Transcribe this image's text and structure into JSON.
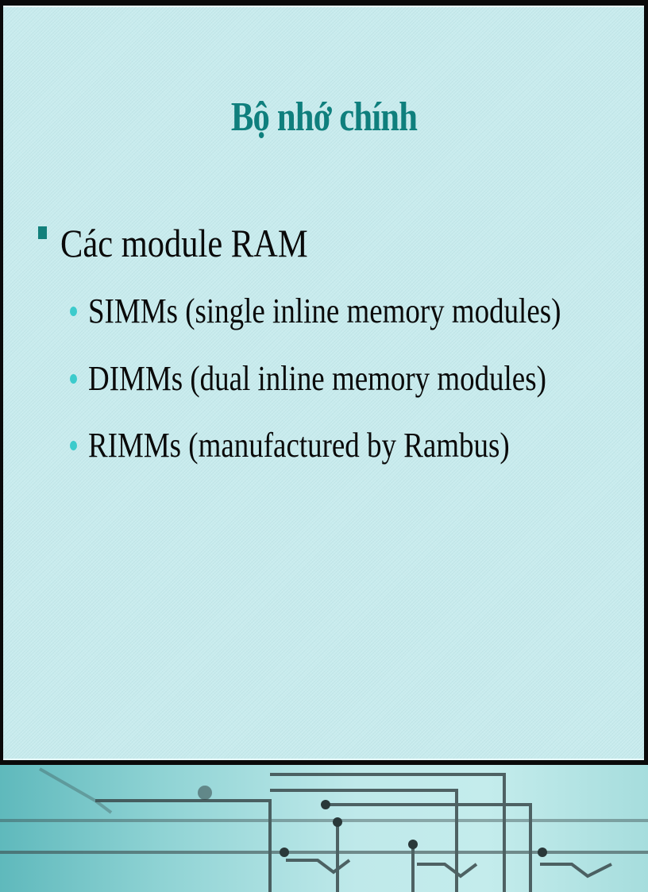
{
  "slide": {
    "title": "Bộ nhớ chính",
    "bullets": [
      {
        "text": "Các module RAM",
        "sub_bullets": [
          "SIMMs (single inline memory modules)",
          "DIMMs (dual inline memory modules)",
          "RIMMs (manufactured by Rambus)"
        ]
      }
    ]
  },
  "colors": {
    "background": "#c9ecee",
    "title": "#0f7f7d",
    "level1_bullet": "#12807b",
    "level2_bullet": "#3ccbcc",
    "frame": "#0a0a0a"
  },
  "footer": {
    "decoration": "circuit-board-graphic"
  }
}
